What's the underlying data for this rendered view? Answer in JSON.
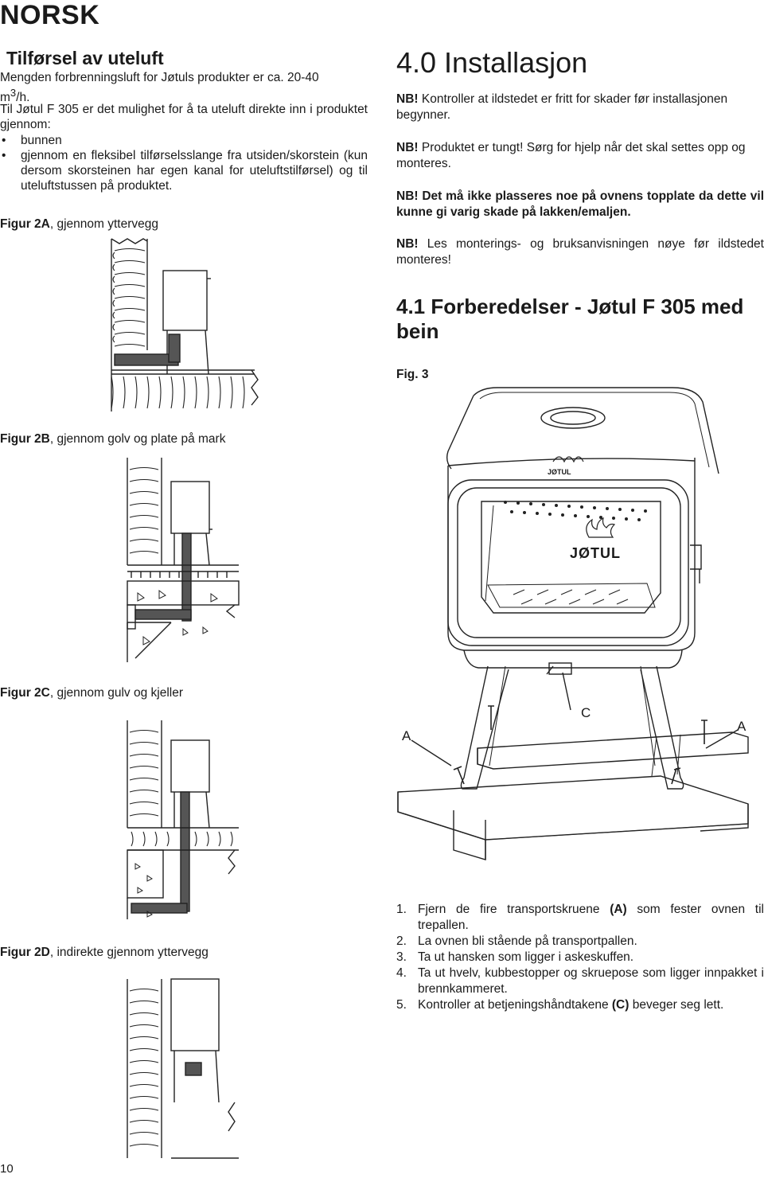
{
  "header": {
    "language": "NORSK"
  },
  "left": {
    "heading": "Tilførsel av uteluft",
    "p1a": "Mengden forbrenningsluft for Jøtuls produkter er ca. 20-40",
    "p1b": "m",
    "p1sup": "3",
    "p1c": "/h.",
    "p2": "Til Jøtul F 305 er det mulighet for å ta uteluft direkte inn i produktet gjennom:",
    "bullet1": "bunnen",
    "bullet2": "gjennom en fleksibel tilførselsslange fra utsiden/skorstein (kun dersom skorsteinen har egen kanal for uteluftstilførsel) og til uteluftstussen på produktet.",
    "fig2a_label": "Figur 2A",
    "fig2a_text": ", gjennom yttervegg",
    "fig2b_label": "Figur 2B",
    "fig2b_text": ", gjennom golv og plate på mark",
    "fig2c_label": "Figur 2C",
    "fig2c_text": ", gjennom gulv og kjeller",
    "fig2d_label": "Figur 2D",
    "fig2d_text": ", indirekte gjennom yttervegg"
  },
  "right": {
    "heading": "4.0 Installasjon",
    "nb_prefix": "NB!",
    "nb1": " Kontroller at ildstedet er fritt for skader før installasjonen begynner.",
    "nb2": " Produktet er tungt! Sørg for hjelp når det skal settes opp og monteres.",
    "nb3": " Det må ikke plasseres noe på ovnens topplate da dette vil kunne gi varig skade på lakken/emaljen.",
    "nb4": " Les monterings- og bruksanvisningen nøye før ildstedet monteres!",
    "subheading": "4.1 Forberedelser - Jøtul F 305 med bein",
    "fig3_label": "Fig. 3",
    "stove_brand": "JØTUL",
    "callout_a": "A",
    "callout_c": "C",
    "steps": [
      {
        "n": "1.",
        "pre": "Fjern de fire transportskruene ",
        "bold": "(A)",
        "post": " som fester ovnen til trepallen."
      },
      {
        "n": "2.",
        "pre": "La ovnen bli stående på transportpallen.",
        "bold": "",
        "post": ""
      },
      {
        "n": "3.",
        "pre": "Ta ut hansken som ligger i askeskuffen.",
        "bold": "",
        "post": ""
      },
      {
        "n": "4.",
        "pre": "Ta ut hvelv, kubbestopper og skruepose som ligger innpakket i brennkammeret.",
        "bold": "",
        "post": ""
      },
      {
        "n": "5.",
        "pre": "Kontroller at betjeningshåndtakene ",
        "bold": "(C)",
        "post": " beveger seg lett."
      }
    ]
  },
  "footer": {
    "page_number": "10"
  }
}
